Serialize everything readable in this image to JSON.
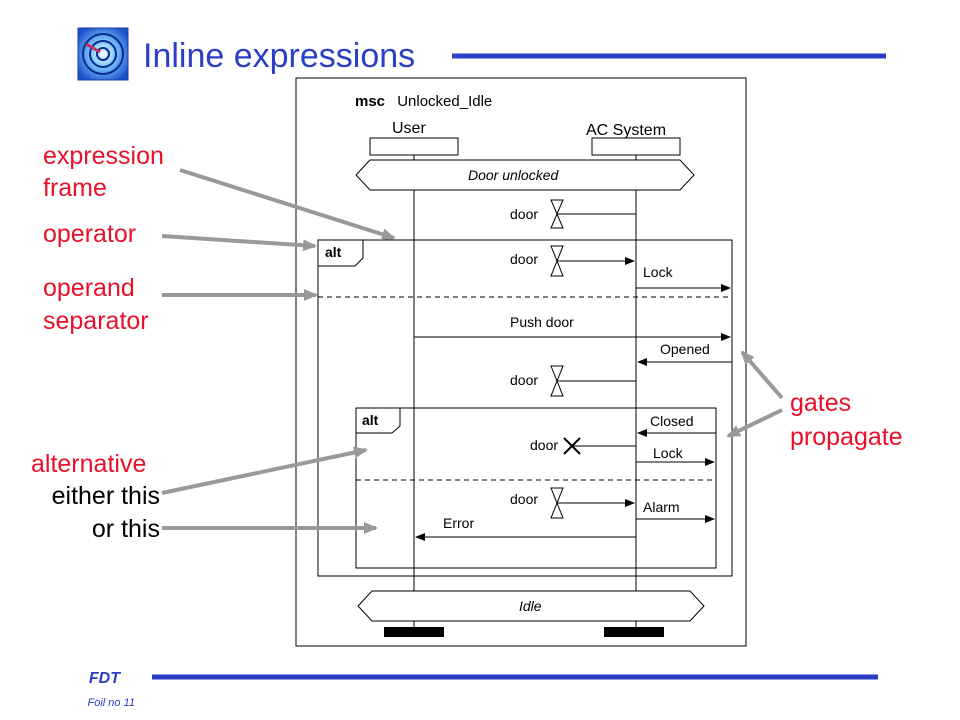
{
  "slide": {
    "title": "Inline expressions",
    "footer_brand": "FDT",
    "footer_foil": "Foil no 11",
    "colors": {
      "title": "#2a3ec7",
      "callout": "#e8102a",
      "arrow": "#999999",
      "rule": "#2a3ec7"
    },
    "logo_icon": "spiral-logo-icon"
  },
  "callouts": {
    "expression_frame_line1": "expression",
    "expression_frame_line2": "frame",
    "operator": "operator",
    "operand_line1": "operand",
    "operand_line2": "separator",
    "gates_line1": "gates",
    "gates_line2": "propagate",
    "alternative": "alternative",
    "either_this": "either this",
    "or_this": "or this"
  },
  "msc": {
    "keyword": "msc",
    "name": "Unlocked_Idle",
    "instances": [
      "User",
      "AC System"
    ],
    "conditions": {
      "start": "Door unlocked",
      "end": "Idle"
    },
    "timer_label": "door",
    "messages": {
      "lock1": "Lock",
      "push_door": "Push door",
      "opened": "Opened",
      "closed": "Closed",
      "lock2": "Lock",
      "alarm": "Alarm",
      "error": "Error"
    },
    "operator": "alt"
  }
}
